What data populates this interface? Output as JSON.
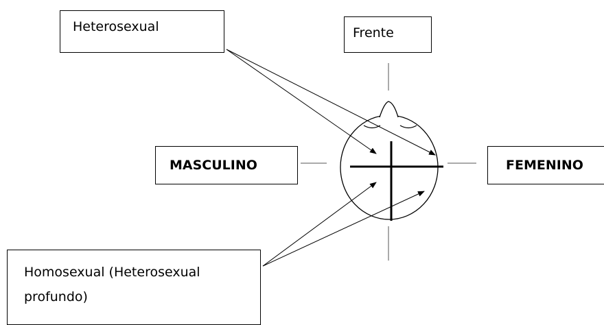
{
  "labels": {
    "heterosexual": "Heterosexual",
    "frente": "Frente",
    "masculino": "MASCULINO",
    "femenino": "FEMENINO",
    "homosexual_line1": "Homosexual (Heterosexual",
    "homosexual_line2": "profundo)"
  }
}
